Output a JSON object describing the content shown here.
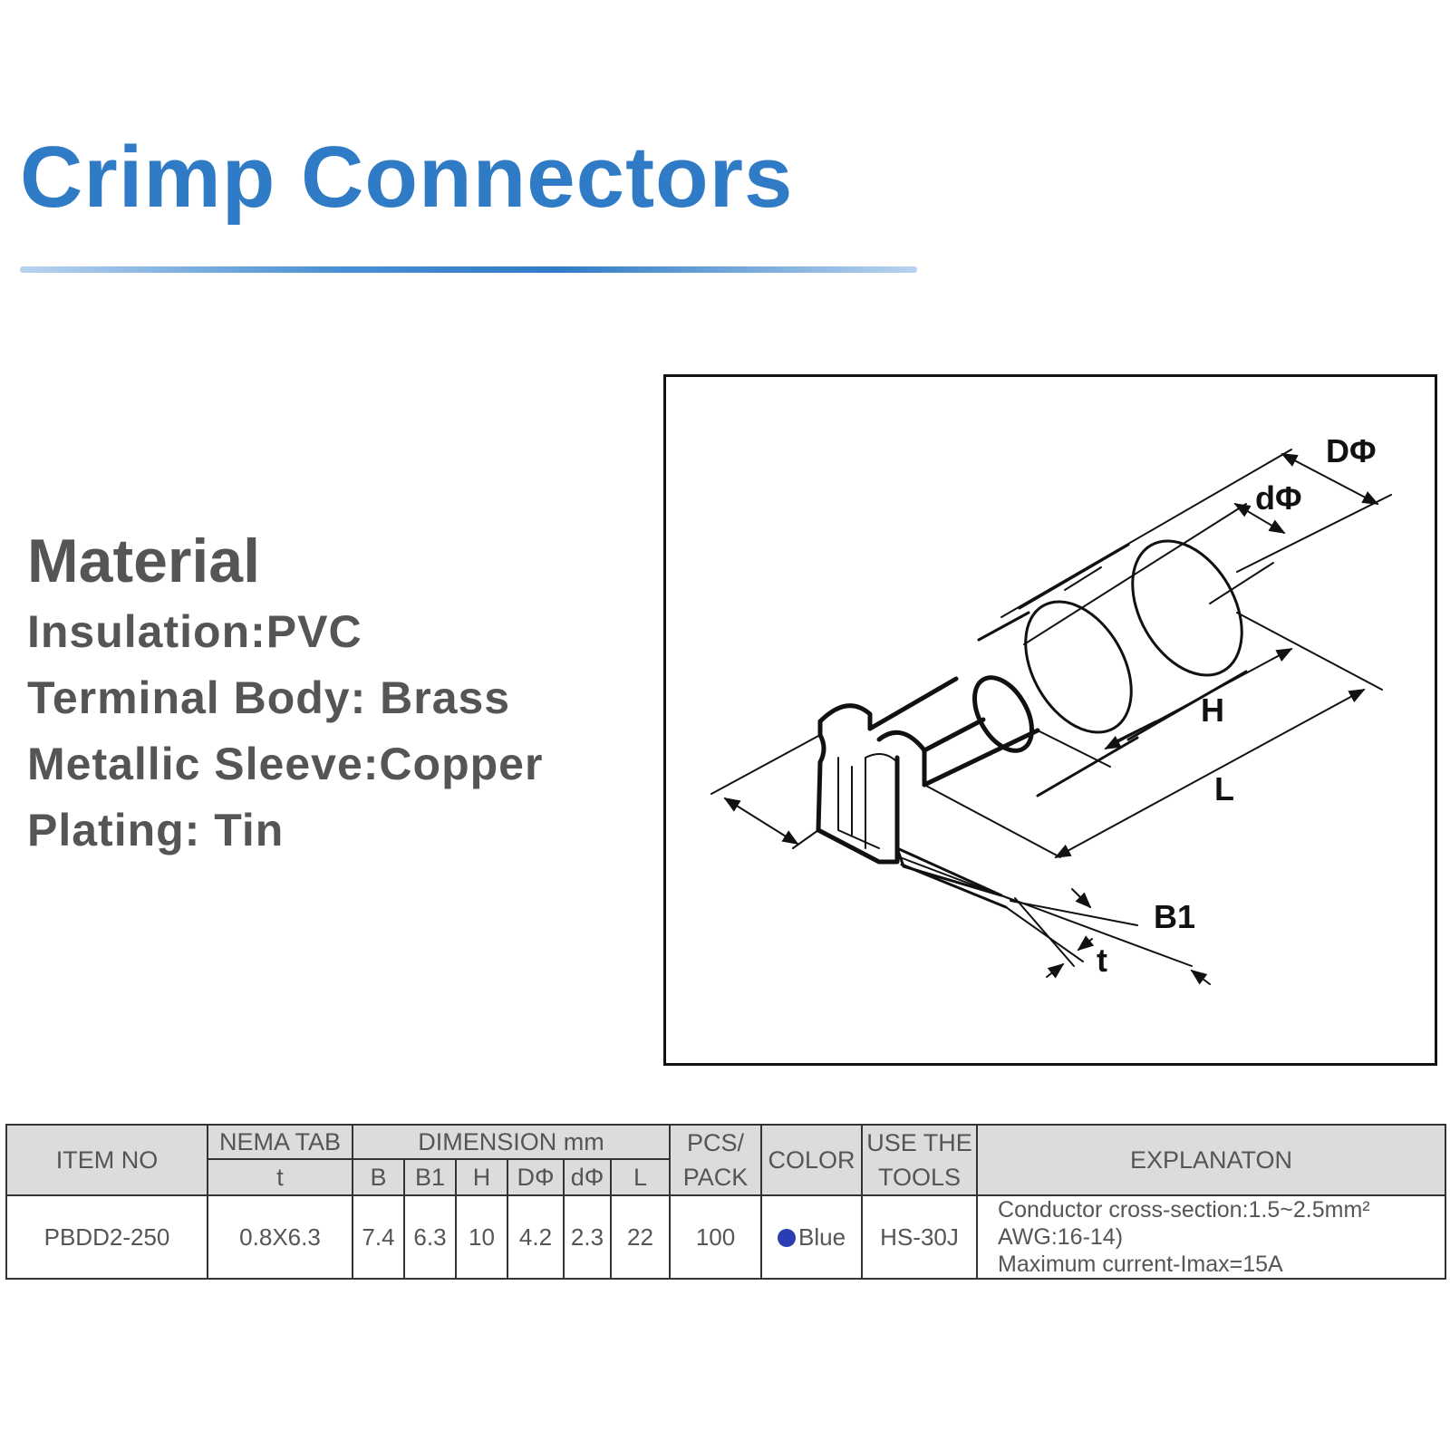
{
  "title": "Crimp Connectors",
  "material": {
    "heading": "Material",
    "lines": [
      "Insulation:PVC",
      "Terminal Body: Brass",
      "Metallic Sleeve:Copper",
      "Plating: Tin"
    ]
  },
  "diagram": {
    "labels": {
      "D_phi": "DΦ",
      "d_phi": "dΦ",
      "H": "H",
      "L": "L",
      "B1": "B1",
      "t": "t"
    }
  },
  "table": {
    "headers": {
      "item_no": "ITEM NO",
      "nema_tab": "NEMA TAB",
      "nema_sub": "t",
      "dimension": "DIMENSION mm",
      "dims": [
        "B",
        "B1",
        "H",
        "DΦ",
        "dΦ",
        "L"
      ],
      "pcs_top": "PCS/",
      "pcs_bottom": "PACK",
      "color": "COLOR",
      "tools_top": "USE THE",
      "tools_bottom": "TOOLS",
      "explanation": "EXPLANATON"
    },
    "row": {
      "item_no": "PBDD2-250",
      "nema_tab": "0.8X6.3",
      "dims": [
        "7.4",
        "6.3",
        "10",
        "4.2",
        "2.3",
        "22"
      ],
      "pcs": "100",
      "color": "Blue",
      "color_hex": "#2a3db3",
      "tools": "HS-30J",
      "explanation": [
        "Conductor cross-section:1.5~2.5mm²",
        "AWG:16-14)",
        "Maximum current-Imax=15A"
      ]
    }
  }
}
